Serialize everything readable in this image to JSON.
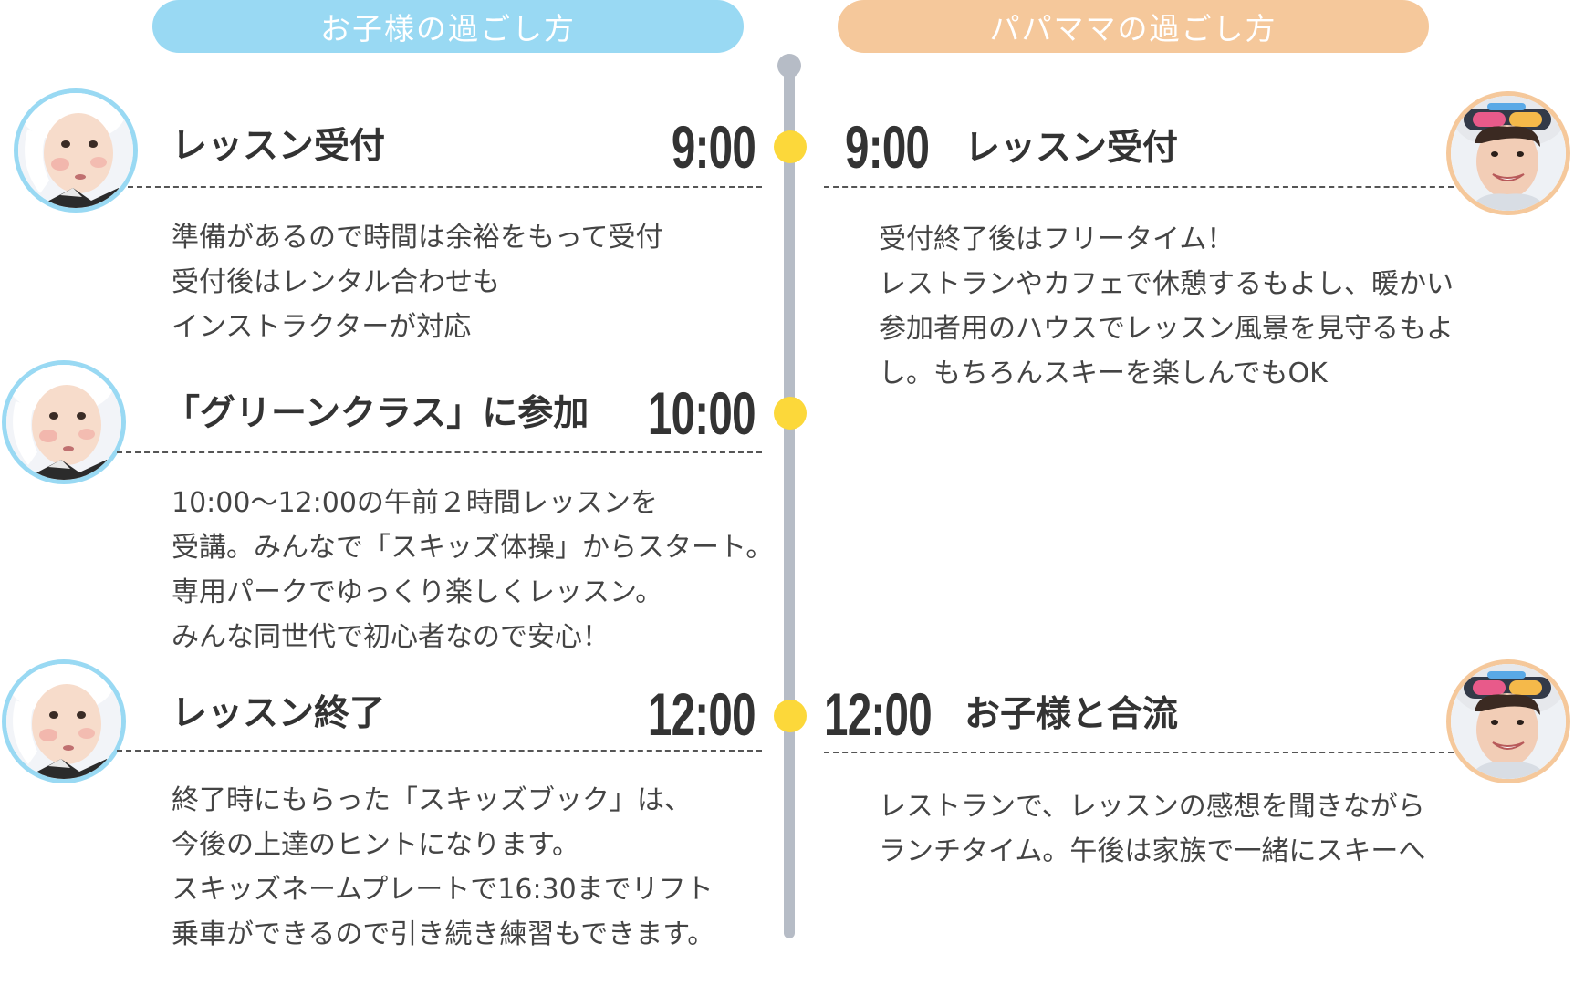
{
  "colors": {
    "kids_accent": "#99d9f3",
    "parents_accent": "#f5c89b",
    "timeline": "#b6bcc6",
    "dot": "#fcd83a"
  },
  "header": {
    "kids_title": "お子様の過ごし方",
    "parents_title": "パパママの過ごし方"
  },
  "kids": [
    {
      "time": "9:00",
      "title": "レッスン受付",
      "avatar_icon": "child-avatar-icon",
      "lines": [
        "準備があるので時間は余裕をもって受付",
        "受付後はレンタル合わせも",
        "インストラクターが対応"
      ]
    },
    {
      "time": "10:00",
      "title": "「グリーンクラス」に参加",
      "avatar_icon": "child-avatar-icon",
      "lines": [
        "10:00〜12:00の午前２時間レッスンを",
        "受講。みんなで「スキッズ体操」からスタート。",
        "専用パークでゆっくり楽しくレッスン。",
        "みんな同世代で初心者なので安心！"
      ]
    },
    {
      "time": "12:00",
      "title": "レッスン終了",
      "avatar_icon": "child-avatar-icon",
      "lines": [
        "終了時にもらった「スキッズブック」は、",
        "今後の上達のヒントになります。",
        "スキッズネームプレートで16:30までリフト",
        "乗車ができるので引き続き練習もできます。"
      ]
    }
  ],
  "parents": [
    {
      "time": "9:00",
      "title": "レッスン受付",
      "avatar_icon": "parent-avatar-icon",
      "lines": [
        "受付終了後はフリータイム！",
        "レストランやカフェで休憩するもよし、暖かい",
        "参加者用のハウスでレッスン風景を見守るもよ",
        "し。もちろんスキーを楽しんでもOK"
      ]
    },
    {
      "time": "12:00",
      "title": "お子様と合流",
      "avatar_icon": "parent-avatar-icon",
      "lines": [
        "レストランで、レッスンの感想を聞きながら",
        "ランチタイム。午後は家族で一緒にスキーへ"
      ]
    }
  ]
}
